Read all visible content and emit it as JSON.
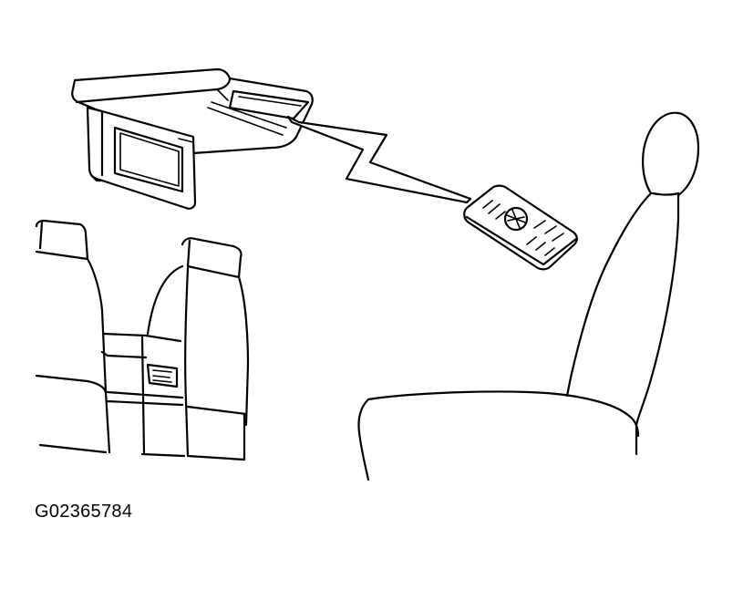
{
  "figure": {
    "id_label": "G02365784",
    "line_color": "#000000",
    "background_color": "#ffffff"
  },
  "components": [
    "overhead-console",
    "overhead-display-screen",
    "console-ir-receiver",
    "ir-signal-beam",
    "remote-control",
    "rear-seat-bench",
    "seat-side-panel",
    "front-seat"
  ]
}
